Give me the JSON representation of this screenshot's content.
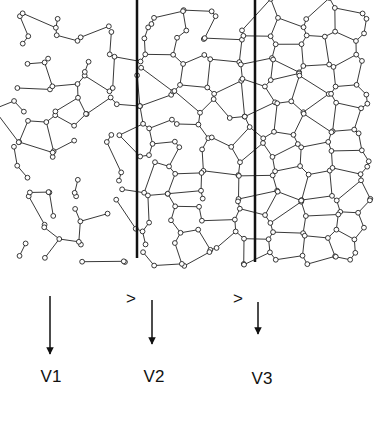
{
  "diagram": {
    "labels": [
      "V1",
      ">",
      "V2",
      ">",
      "V3"
    ]
  }
}
